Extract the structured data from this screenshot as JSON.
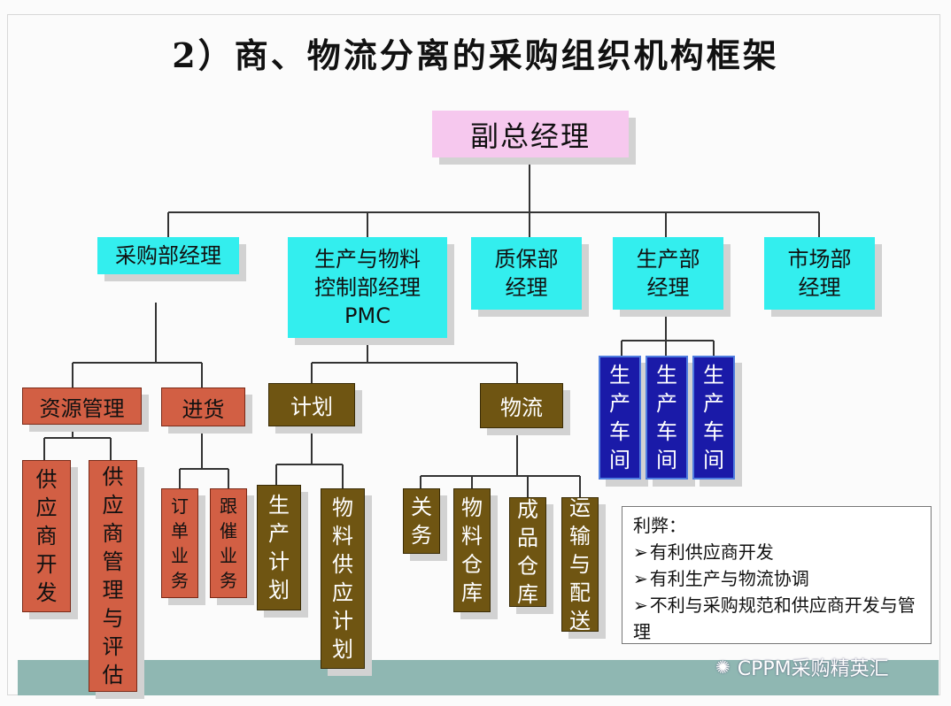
{
  "title": "2）商、物流分离的采购组织机构框架",
  "top": "副总经理",
  "level1": {
    "purchasing": "采购部经理",
    "pmc": "生产与物料\n控制部经理\nPMC",
    "quality": "质保部\n经理",
    "production": "生产部\n经理",
    "market": "市场部\n经理"
  },
  "purchasing": {
    "resource": "资源管理",
    "incoming": "进货",
    "supplier_dev": "供\n应\n商\n开\n发",
    "supplier_mgmt": "供\n应\n商\n管\n理\n与\n评\n估",
    "order": "订\n单\n业\n务",
    "expedite": "跟\n催\n业\n务"
  },
  "pmc": {
    "plan": "计划",
    "logistics": "物流",
    "prod_plan": "生\n产\n计\n划",
    "material_plan": "物\n料\n供\n应\n计\n划",
    "customs": "关\n务",
    "material_store": "物\n料\n仓\n库",
    "finished_store": "成\n品\n仓\n库",
    "transport": "运\n输\n与\n配\n送"
  },
  "workshops": [
    "生\n产\n车\n间",
    "生\n产\n车\n间",
    "生\n产\n车\n间"
  ],
  "notes": {
    "heading": "利弊：",
    "items": [
      "有利供应商开发",
      "有利生产与物流协调",
      "不利与采购规范和供应商开发与管理"
    ]
  },
  "watermark": "CPPM采购精英汇",
  "icons": {
    "watermark": "wechat-icon"
  },
  "colors": {
    "pink": "#f6c8ee",
    "cyan": "#33eeee",
    "red": "#d25f44",
    "olive": "#6f5512",
    "blue": "#1a1aa8",
    "band": "#8fb7b2"
  }
}
